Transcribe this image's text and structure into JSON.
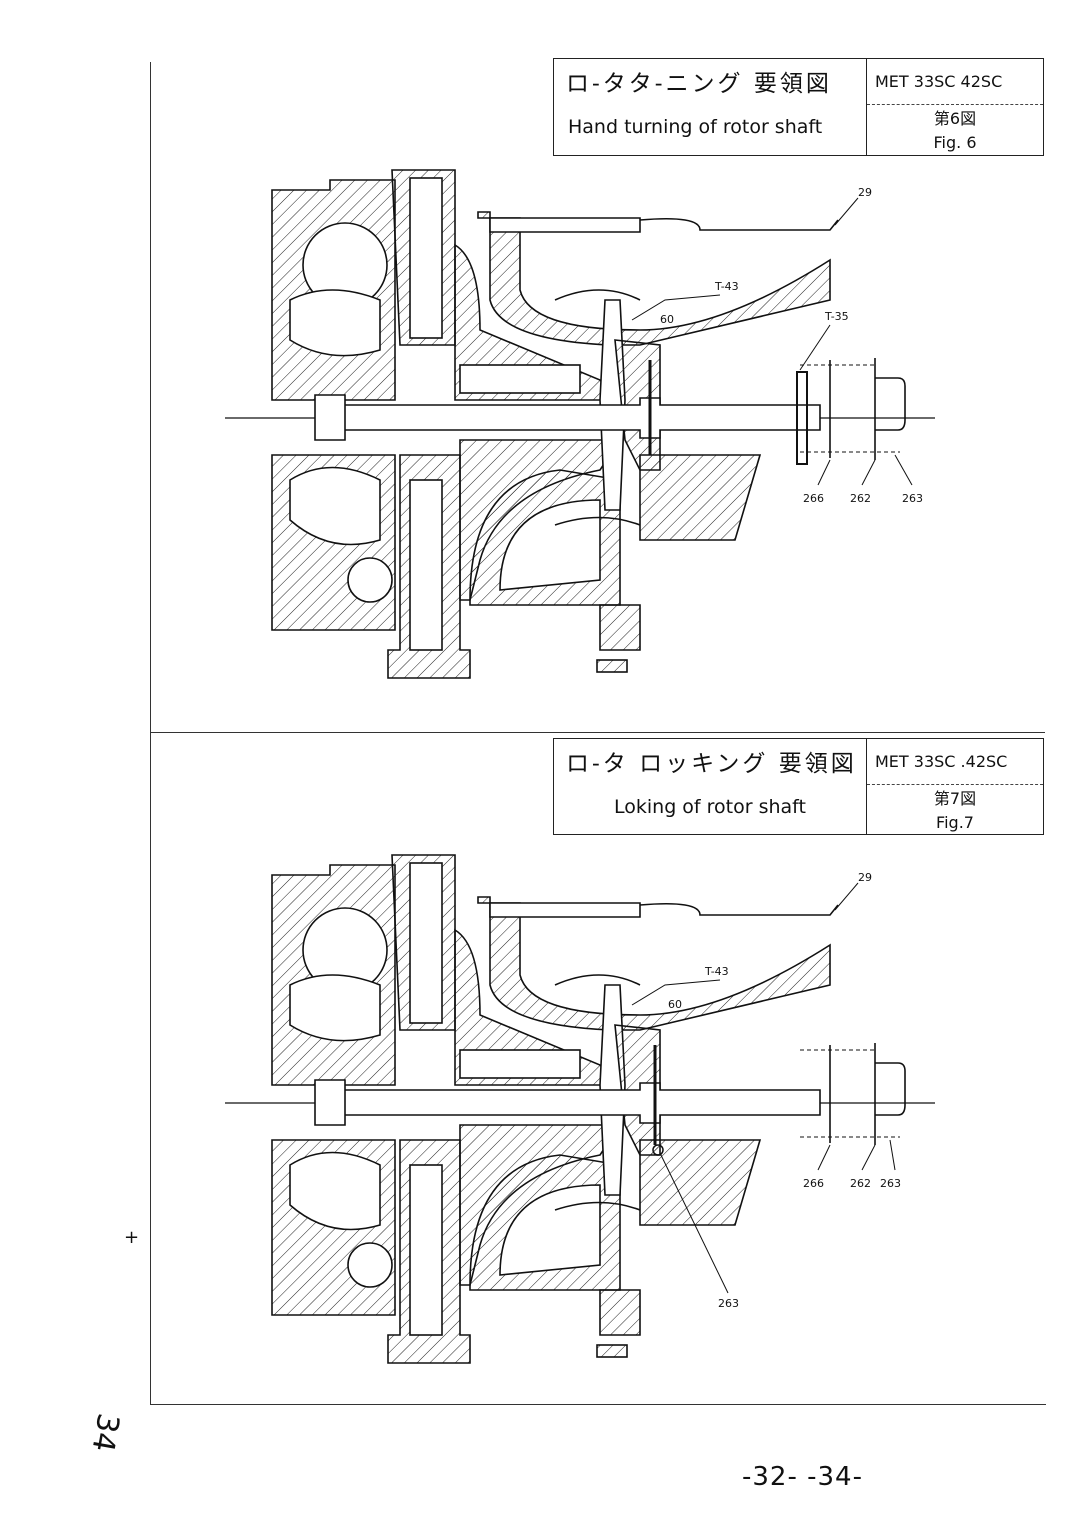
{
  "figures": [
    {
      "title_jp": "ロ-タタ-ニング 要領図",
      "title_en": "Hand turning of rotor shaft",
      "model": "MET 33SC 42SC",
      "fig_jp": "第6図",
      "fig_en": "Fig. 6",
      "labels": {
        "p29": "29",
        "t43": "T-43",
        "p60": "60",
        "t35": "T-35",
        "p266": "266",
        "p262": "262",
        "p263": "263"
      }
    },
    {
      "title_jp": "ロ-タ ロッキング 要領図",
      "title_en": "Loking of rotor shaft",
      "model": "MET 33SC .42SC",
      "fig_jp": "第7図",
      "fig_en": "Fig.7",
      "labels": {
        "p29": "29",
        "t43": "T-43",
        "p60": "60",
        "p266": "266",
        "p262": "262",
        "p263": "263",
        "p263b": "263"
      }
    }
  ],
  "page_number": "-32-  -34-",
  "margin_note": "34",
  "margin_mark": "+"
}
